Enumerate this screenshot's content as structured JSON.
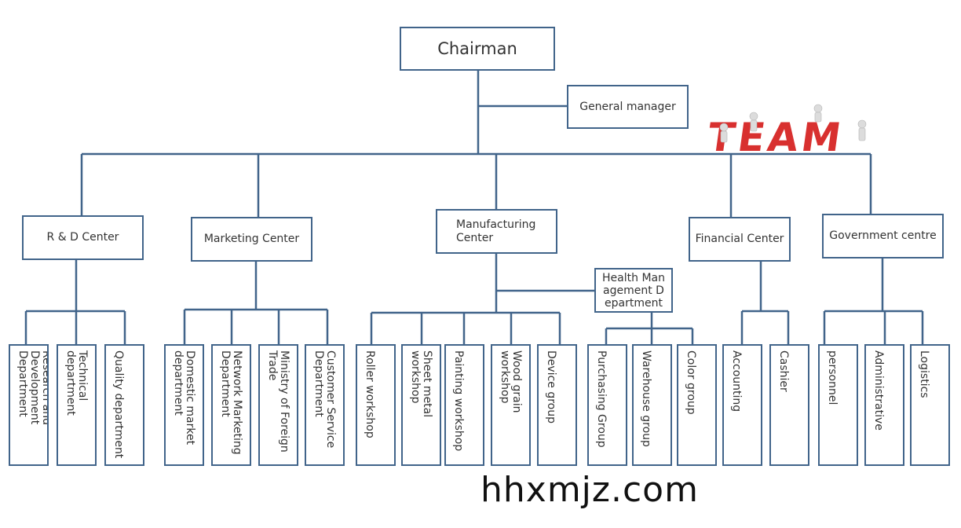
{
  "chairman": "Chairman",
  "general_manager": "General manager",
  "centers": {
    "rd": "R & D Center",
    "marketing": "Marketing Center",
    "manufacturing": "Manufacturing Center",
    "financial": "Financial Center",
    "government": "Government centre"
  },
  "health_dept": "Health Man agement D epartment",
  "departments": {
    "research": "Research and Development Department",
    "technical": "Technical department",
    "quality": "Quality department",
    "domestic": "Domestic market department",
    "network": "Network Marketing Department",
    "foreign": "Ministry of Foreign Trade",
    "customer": "Customer Service Department",
    "roller": "Roller workshop",
    "sheet": "Sheet metal workshop",
    "painting": "Painting workshop",
    "wood": "Wood grain workshop",
    "device": "Device group",
    "purchasing": "Purchasing Group",
    "warehouse": "Warehouse group",
    "color": "Color group",
    "accounting": "Accounting",
    "cashier": "Cashier",
    "personnel": "personnel",
    "administrative": "Administrative",
    "logistics": "Logistics"
  },
  "team_logo": "TEAM",
  "watermark": "hhxmjz.com",
  "colors": {
    "line": "#41648a",
    "team_red": "#d8302f"
  }
}
